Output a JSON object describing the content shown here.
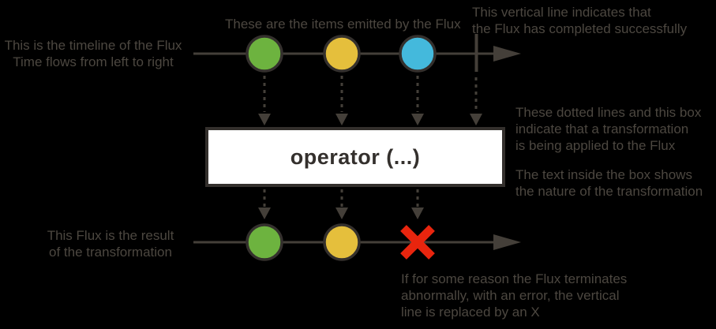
{
  "colors": {
    "background": "#000000",
    "annotation_text": "#4c4740",
    "line": "#443f39",
    "circle_border": "#34302d",
    "item_green": "#6db33f",
    "item_yellow": "#e5bf3c",
    "item_blue": "#44b9dc",
    "error_red": "#e8250e",
    "operator_box_fill": "#ffffff",
    "operator_box_border": "#34302d",
    "operator_text": "#34302d"
  },
  "annotations": {
    "timeline": "This is the timeline of the Flux\nTime flows from left to right",
    "items": "These are the items emitted by the Flux",
    "complete": "This vertical line indicates that\nthe Flux has completed successfully",
    "transformation": "These dotted lines and this box\nindicate that a transformation\nis being applied to the Flux",
    "box_text": "The text inside the box shows\nthe nature of the transformation",
    "result": "This Flux is the result\nof the transformation",
    "error": "If for some reason the Flux terminates\nabnormally, with an error, the vertical\nline is replaced by an X"
  },
  "operator_box": {
    "label": "operator (...)"
  },
  "source_flux": {
    "items": [
      "green",
      "yellow",
      "blue"
    ],
    "terminal": "complete"
  },
  "result_flux": {
    "items": [
      "green",
      "yellow"
    ],
    "terminal": "error"
  }
}
